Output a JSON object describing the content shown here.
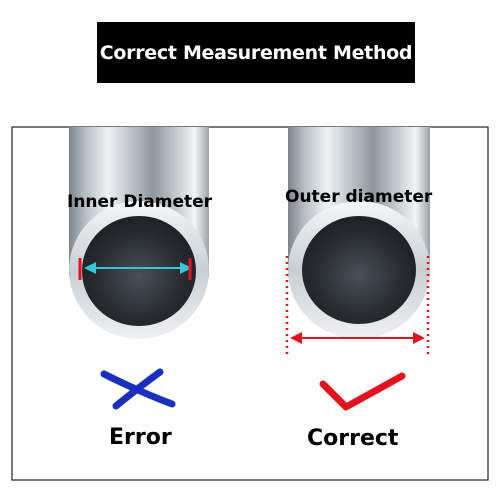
{
  "title": "Correct Measurement Method",
  "left_panel": {
    "label": "Inner Diameter",
    "result": "Error",
    "mark_icon": "cross-icon",
    "mark_color": "#1a2fbf",
    "arrow_color": "#35c7d6",
    "tick_color": "#e0141e"
  },
  "right_panel": {
    "label": "Outer diameter",
    "result": "Correct",
    "mark_icon": "check-icon",
    "mark_color": "#e0141e",
    "arrow_color": "#e0141e"
  }
}
